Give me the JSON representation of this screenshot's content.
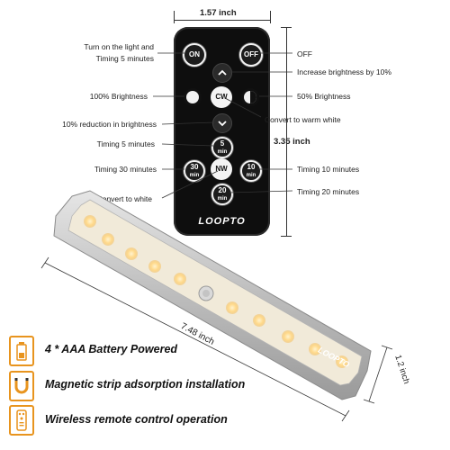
{
  "dimensions": {
    "remote_width": "1.57 inch",
    "remote_height": "3.35 inch",
    "light_length": "7.48 inch",
    "light_height": "1.2 inch"
  },
  "remote": {
    "brand": "LOOPTO",
    "buttons": {
      "on": "ON",
      "off": "OFF",
      "cw": "CW",
      "nw": "NW",
      "t5": "5",
      "t5_unit": "min",
      "t30": "30",
      "t30_unit": "min",
      "t10": "10",
      "t10_unit": "min",
      "t20": "20",
      "t20_unit": "min"
    }
  },
  "callouts": {
    "on_line1": "Turn on the light and",
    "on_line2": "Timing 5 minutes",
    "off": "OFF",
    "increase": "Increase brightness by 10%",
    "full": "100% Brightness",
    "half": "50% Brightness",
    "warm": "Convert to warm white",
    "reduce": "10% reduction in brightness",
    "timing5": "Timing 5 minutes",
    "timing30": "Timing 30 minutes",
    "timing10": "Timing 10 minutes",
    "white": "Convert to white",
    "timing20": "Timing 20 minutes"
  },
  "light": {
    "brand": "LOOPTO"
  },
  "features": [
    {
      "icon": "battery-icon",
      "text": "4 * AAA Battery Powered"
    },
    {
      "icon": "magnet-icon",
      "text": "Magnetic strip adsorption installation"
    },
    {
      "icon": "remote-icon",
      "text": "Wireless remote control operation"
    }
  ],
  "colors": {
    "accent": "#e8941e",
    "remote_body": "#0e0e0e",
    "light_body": "#c9c9c9",
    "led": "#ffd98a"
  }
}
